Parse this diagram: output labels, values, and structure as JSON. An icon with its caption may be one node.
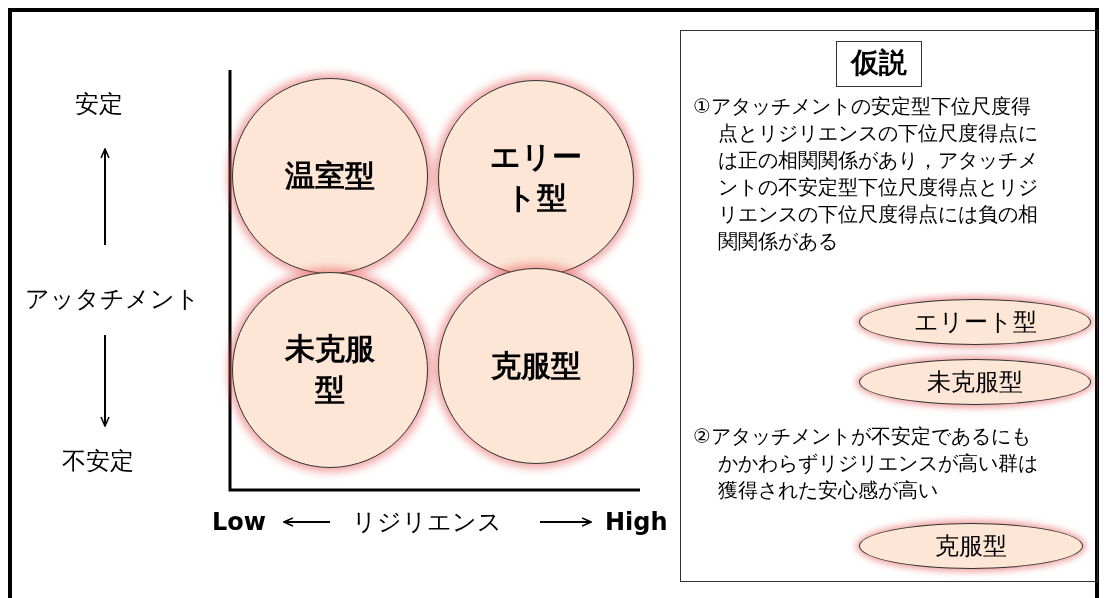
{
  "diagram": {
    "nodes": [
      {
        "text": [
          "温室型"
        ]
      },
      {
        "text": [
          "エリート型"
        ]
      },
      {
        "text": [
          "未克服型"
        ]
      },
      {
        "text": [
          "克服型"
        ]
      },
      {
        "text": [
          "①アタッチメントの安定型下位尺度得点とリジリエンスの下位尺度得点には正の相関関係があり，アタッチメントの不安定型下位尺度得点とリジリエンスの下位尺度得点には負の相関関係がある",
          "②アタッチメントが不安定であるにもかかわらずリジリエンスが高い群は獲得された安心感が高い"
        ]
      },
      {
        "text": [
          "仮説"
        ],
        "in": 4
      },
      {
        "text": [
          "エリート型"
        ],
        "in": 4
      },
      {
        "text": [
          "未克服型"
        ],
        "in": 4
      },
      {
        "text": [
          "克服型"
        ],
        "in": 4
      }
    ],
    "labels": [
      "安定",
      "アッタチメント",
      "不安定",
      "Low",
      "リジリエンス",
      "High"
    ]
  }
}
